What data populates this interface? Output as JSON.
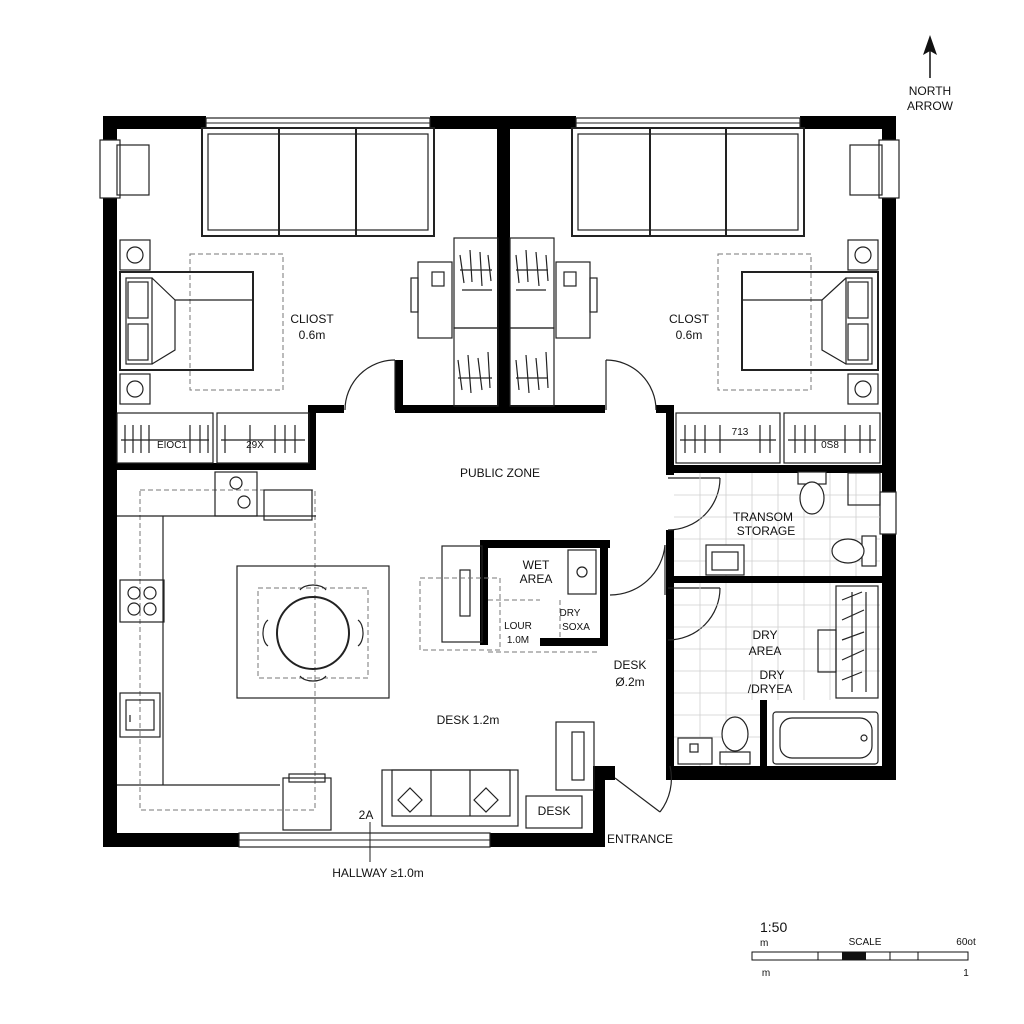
{
  "north_arrow": {
    "label_line1": "NORTH",
    "label_line2": "ARROW"
  },
  "rooms": {
    "bedroom_left_closet": {
      "line1": "CLIOST",
      "line2": "0.6m"
    },
    "bedroom_right_closet": {
      "line1": "CLOST",
      "line2": "0.6m"
    },
    "public_zone": "PUBLIC ZONE",
    "wet_area": {
      "line1": "WET",
      "line2": "AREA"
    },
    "dry_area_small": {
      "line1": "DRY",
      "line2": "SOXA"
    },
    "door_label": {
      "line1": "LOUR",
      "line2": "1.0M"
    },
    "transom_storage": {
      "line1": "TRANSOM",
      "line2": "STORAGE"
    },
    "dry_area": {
      "line1": "DRY",
      "line2": "AREA"
    },
    "dry_area_2": {
      "line1": "DRY",
      "line2": "/DRYEA"
    },
    "desk_right": {
      "line1": "DESK",
      "line2": "Ø.2m"
    },
    "desk_center": "DESK 1.2m",
    "desk_small": "DESK",
    "entrance": "ENTRANCE",
    "marker_2a": "2A",
    "hallway": "HALLWAY ≥1.0m"
  },
  "shelf_labels": [
    "EIOC1",
    "29X",
    "713",
    "0S8"
  ],
  "scale_bar": {
    "ratio": "1:50",
    "unit_left_top": "m",
    "title": "SCALE",
    "unit_right": "60ot",
    "unit_left_bottom": "m",
    "unit_right_bottom": "1"
  }
}
